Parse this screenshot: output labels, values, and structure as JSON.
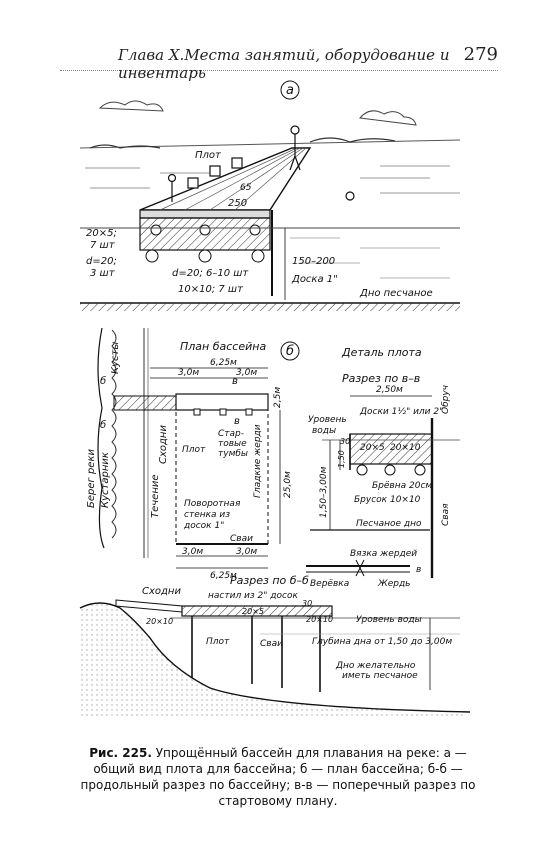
{
  "header": {
    "chapter_title": "Глава X.Места занятий, оборудование и инвентарь",
    "page_number": "279"
  },
  "figure": {
    "panel_a": {
      "marker": "а",
      "labels": {
        "plot": "Плот",
        "dim_65": "65",
        "dim_250": "250",
        "beam_a": "20×5;",
        "beam_a_qty": "7 шт",
        "beam_b": "d=20;",
        "beam_b_qty": "3 шт",
        "poles": "d=20; 6–10 шт",
        "bars": "10×10; 7 шт",
        "depth": "150–200",
        "board": "Доска 1\"",
        "bottom": "Дно песчаное"
      }
    },
    "panel_b": {
      "marker": "б",
      "labels": {
        "plan_title": "План бассейна",
        "bushes": "Кусты",
        "bank": "Берег реки",
        "shrub": "Кустарник",
        "current": "Течение",
        "stairs": "Сходни",
        "w_625": "6,25м",
        "w_30a": "3,0м",
        "w_30b": "3,0м",
        "w_25": "2,5м",
        "start_blocks": "Стар-",
        "start_blocks2": "товые",
        "start_blocks3": "тумбы",
        "raft": "Плот",
        "smooth_poles": "Гладкие жерди",
        "len_25": "25,0м",
        "wall1": "Поворотная",
        "wall2": "стенка из",
        "wall3": "досок 1\"",
        "piles": "Сваи",
        "b_30a": "3,0м",
        "b_30b": "3,0м",
        "b_625": "6,25м",
        "cut_b": "б",
        "cut_b2": "б",
        "cut_v": "в",
        "cut_v2": "в"
      }
    },
    "panel_detail": {
      "title": "Деталь плота",
      "section": "Разрез по в–в",
      "w_250": "2,50м",
      "water_level": "Уровень",
      "water_level2": "воды",
      "boards": "Доски 1½\" или 2\"",
      "plank": "20×5",
      "plank2": "20×10",
      "logs": "Брёвна 20см",
      "bar": "Брусок 10×10",
      "pile": "Свая",
      "hoop": "Обруч",
      "depth1": "1,50–3,00м",
      "d30": "30",
      "d150": "1,50",
      "sand": "Песчаное дно",
      "tie": "Вязка жердей",
      "rope": "Верёвка",
      "pole": "Жердь",
      "h_marker": "в"
    },
    "panel_long": {
      "title": "Разрез по б–б",
      "stairs": "Сходни",
      "deck": "настил из 2\" досок",
      "d30": "30",
      "plank_a": "20×10",
      "plank_b": "20×5",
      "plank_c": "20×10",
      "water": "Уровень воды",
      "depth": "Глубина дна от 1,50 до 3,00м",
      "raft": "Плот",
      "piles": "Сваи",
      "note1": "Дно желательно",
      "note2": "иметь песчаное"
    }
  },
  "caption": {
    "label": "Рис. 225.",
    "text": " Упрощённый бассейн для плавания на реке: а — общий вид плота для бассейна; б — план бассейна; б-б — продольный разрез по бассейну; в-в — поперечный разрез по стартовому плану."
  }
}
